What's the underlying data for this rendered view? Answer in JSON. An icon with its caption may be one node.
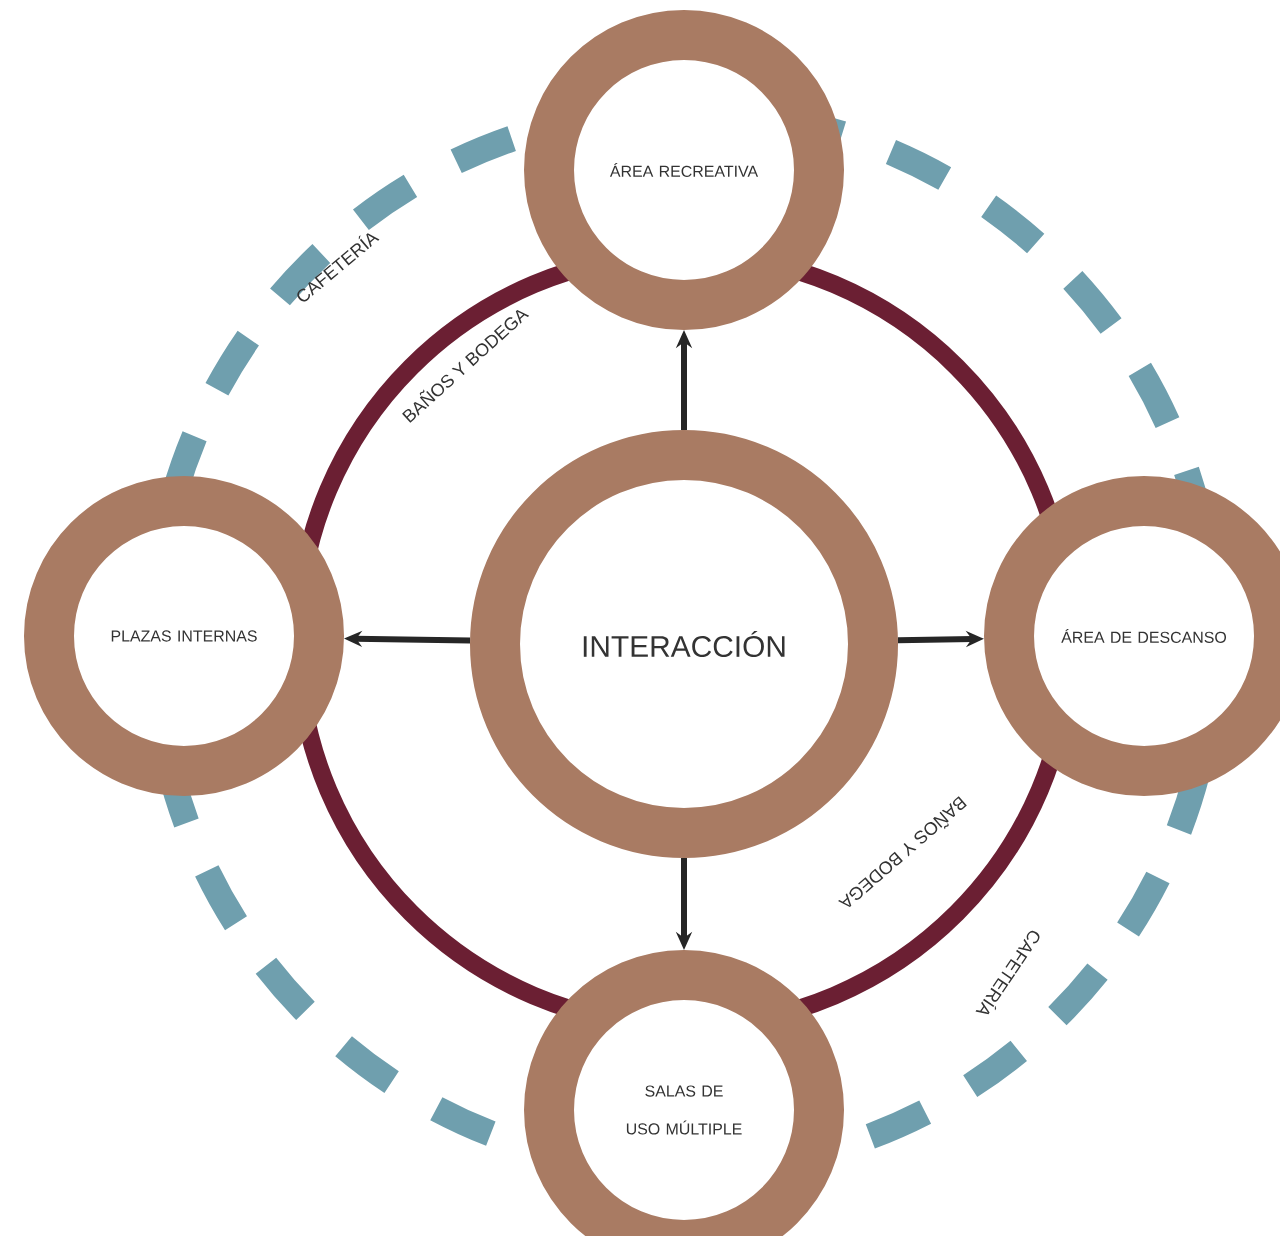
{
  "diagram": {
    "nodes": [
      {
        "text": [
          "INTERACCIÓN"
        ]
      },
      {
        "text": [
          "ÁREA RECREATIVA"
        ]
      },
      {
        "text": [
          "PLAZAS INTERNAS"
        ]
      },
      {
        "text": [
          "ÁREA DE DESCANSO"
        ]
      },
      {
        "text": [
          "SALAS DE USO MÚLTIPLE"
        ]
      }
    ],
    "edges": [
      {
        "from": 0,
        "to": 1,
        "arrow": "to"
      },
      {
        "from": 0,
        "to": 2,
        "arrow": "to"
      },
      {
        "from": 0,
        "to": 3,
        "arrow": "to"
      },
      {
        "from": 0,
        "to": 4,
        "arrow": "to"
      }
    ],
    "labels": [
      "CAFETERÍA",
      "BAÑOS Y BODEGA",
      "BAÑOS Y BODEGA",
      "CAFETERÍA"
    ]
  }
}
